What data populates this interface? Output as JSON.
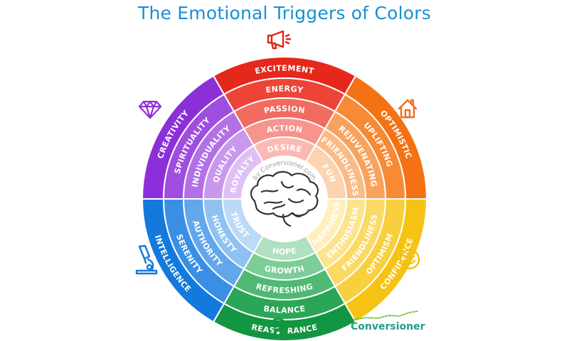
{
  "title": "The Emotional Triggers of Colors",
  "watermark": "by Conversioner.com",
  "brand": "Conversioner",
  "icons": {
    "top": "megaphone-icon",
    "top_right": "house-icon",
    "bottom_right": "smiley-icon",
    "bottom": "yin-yang-icon",
    "bottom_left": "microscope-icon",
    "top_left": "diamond-icon",
    "center": "brain-icon"
  },
  "segments": [
    {
      "name": "red",
      "colors": [
        "#e6281b",
        "#ec4538",
        "#f16b61",
        "#f6958d",
        "#fab9b4"
      ],
      "words": [
        "EXCITEMENT",
        "ENERGY",
        "PASSION",
        "ACTION",
        "DESIRE"
      ]
    },
    {
      "name": "orange",
      "colors": [
        "#f47214",
        "#f68a35",
        "#f8a35d",
        "#fabb86",
        "#fcd3b0"
      ],
      "words": [
        "OPTIMISTIC",
        "UPLIFTING",
        "REJUVENATING",
        "FRIENDLINESS",
        "FUN"
      ]
    },
    {
      "name": "yellow",
      "colors": [
        "#f6c315",
        "#f8cf3c",
        "#fad965",
        "#fce48f",
        "#feefbb"
      ],
      "words": [
        "CONFIDENCE",
        "OPTIMISM",
        "FRIENDLINESS",
        "ENTHUSIASM",
        "HAPPINESS"
      ]
    },
    {
      "name": "green",
      "colors": [
        "#139642",
        "#2aa656",
        "#4fb973",
        "#7dcd98",
        "#afe0bf"
      ],
      "words": [
        "REASSURANCE",
        "BALANCE",
        "REFRESHING",
        "GROWTH",
        "HOPE"
      ]
    },
    {
      "name": "blue",
      "colors": [
        "#1479dd",
        "#3a8fe5",
        "#62a7ec",
        "#8fc1f2",
        "#bcdaf8"
      ],
      "words": [
        "INTELLIGENCE",
        "SERENITY",
        "AUTHORITY",
        "HONESTY",
        "TRUST"
      ]
    },
    {
      "name": "purple",
      "colors": [
        "#8d2fd9",
        "#9f4ddf",
        "#b370e6",
        "#c897ee",
        "#dfc0f5"
      ],
      "words": [
        "CREATIVITY",
        "SPIRITUALITY",
        "INDIVIDUALITY",
        "QUALITY",
        "ROYALTY"
      ]
    }
  ]
}
